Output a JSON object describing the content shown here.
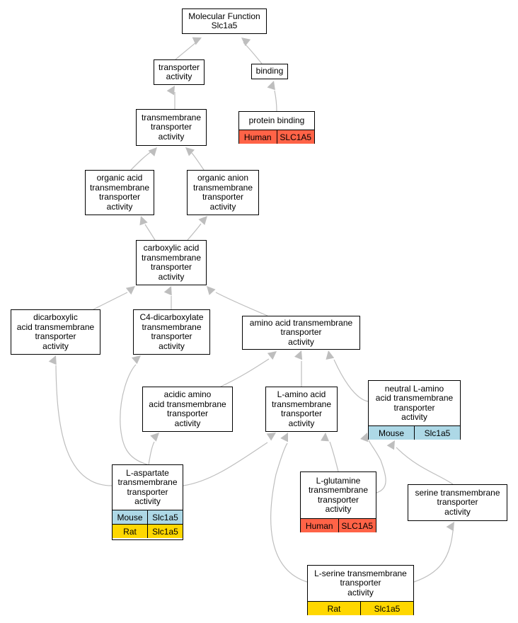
{
  "colors": {
    "human": "#ff6347",
    "mouse": "#add8e6",
    "rat": "#ffd700",
    "edge": "#bebebe"
  },
  "nodes": {
    "root": {
      "label": "Molecular Function\nSlc1a5"
    },
    "transporter_activity": {
      "label": "transporter\nactivity"
    },
    "binding": {
      "label": "binding"
    },
    "protein_binding": {
      "label": "protein binding",
      "annotations": [
        {
          "species": "Human",
          "gene": "SLC1A5"
        }
      ]
    },
    "transmembrane_transporter_activity": {
      "label": "transmembrane\ntransporter\nactivity"
    },
    "organic_acid": {
      "label": "organic acid\ntransmembrane\ntransporter\nactivity"
    },
    "organic_anion": {
      "label": "organic anion\ntransmembrane\ntransporter\nactivity"
    },
    "carboxylic_acid": {
      "label": "carboxylic acid\ntransmembrane\ntransporter\nactivity"
    },
    "dicarboxylic_acid": {
      "label": "dicarboxylic\nacid transmembrane\ntransporter\nactivity"
    },
    "c4_dicarboxylate": {
      "label": "C4-dicarboxylate\ntransmembrane\ntransporter\nactivity"
    },
    "amino_acid": {
      "label": "amino acid transmembrane\ntransporter\nactivity"
    },
    "acidic_amino_acid": {
      "label": "acidic amino\nacid transmembrane\ntransporter\nactivity"
    },
    "l_amino_acid": {
      "label": "L-amino acid\ntransmembrane\ntransporter\nactivity"
    },
    "neutral_l_amino": {
      "label": "neutral L-amino\nacid transmembrane\ntransporter\nactivity",
      "annotations": [
        {
          "species": "Mouse",
          "gene": "Slc1a5"
        }
      ]
    },
    "l_aspartate": {
      "label": "L-aspartate\ntransmembrane\ntransporter\nactivity",
      "annotations": [
        {
          "species": "Mouse",
          "gene": "Slc1a5"
        },
        {
          "species": "Rat",
          "gene": "Slc1a5"
        }
      ]
    },
    "l_glutamine": {
      "label": "L-glutamine\ntransmembrane\ntransporter\nactivity",
      "annotations": [
        {
          "species": "Human",
          "gene": "SLC1A5"
        }
      ]
    },
    "serine": {
      "label": "serine transmembrane\ntransporter\nactivity"
    },
    "l_serine": {
      "label": "L-serine transmembrane\ntransporter\nactivity",
      "annotations": [
        {
          "species": "Rat",
          "gene": "Slc1a5"
        }
      ]
    }
  }
}
